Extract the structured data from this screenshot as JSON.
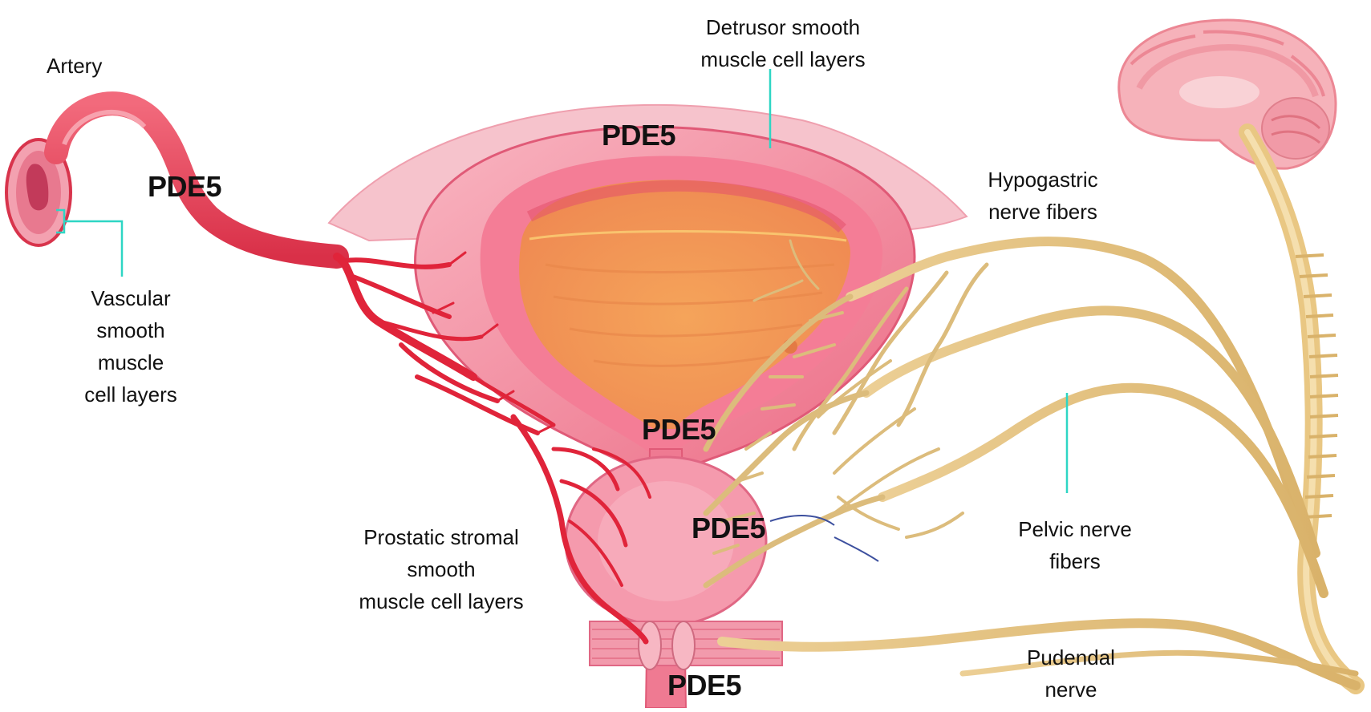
{
  "labels": {
    "artery": "Artery",
    "vascular": [
      "Vascular",
      "smooth",
      "muscle",
      "cell layers"
    ],
    "detrusor": [
      "Detrusor smooth",
      "muscle cell layers"
    ],
    "hypogastric": [
      "Hypogastric",
      "nerve fibers"
    ],
    "prostatic": [
      "Prostatic  stromal",
      "smooth",
      "muscle cell layers"
    ],
    "pelvic": [
      "Pelvic nerve",
      "fibers"
    ],
    "pudendal": [
      "Pudendal",
      "nerve"
    ]
  },
  "pde5": {
    "artery": "PDE5",
    "bladder_dome": "PDE5",
    "bladder_neck": "PDE5",
    "prostate": "PDE5",
    "sphincter": "PDE5"
  },
  "colors": {
    "leader_line": "#2ed6c4",
    "artery": "#e23b4e",
    "bladder_wall": "#f07c92",
    "bladder_inner": "#f5a45a",
    "nerve": "#e8c98c",
    "brain": "#f4a3ad"
  }
}
